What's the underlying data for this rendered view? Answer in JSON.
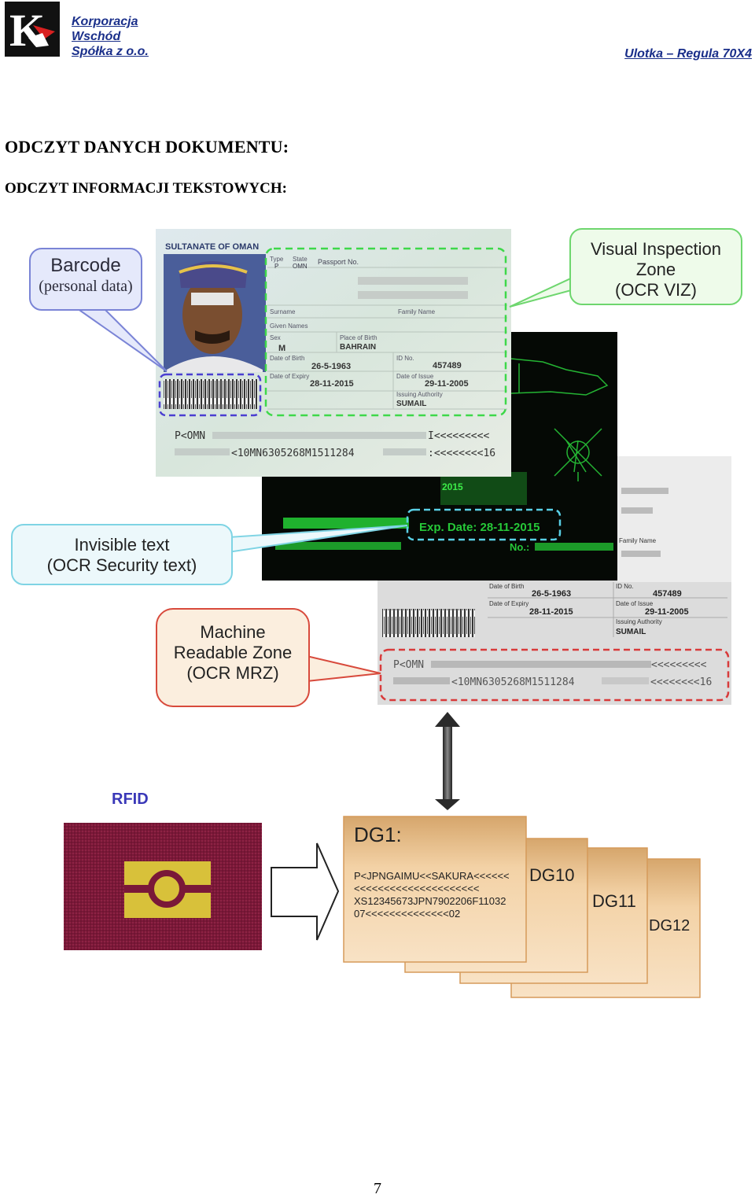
{
  "header": {
    "company_line1": "Korporacja",
    "company_line2": "Wschód",
    "company_line3": "Spółka z o.o.",
    "document_title": "Ulotka – Regula 70X4"
  },
  "headings": {
    "main": "ODCZYT DANYCH DOKUMENTU:",
    "sub": "ODCZYT INFORMACJI TEKSTOWYCH:"
  },
  "callouts": {
    "barcode_line1": "Barcode",
    "barcode_line2": "(personal data)",
    "viz_line1": "Visual Inspection",
    "viz_line2": "Zone",
    "viz_line3": "(OCR VIZ)",
    "invisible_line1": "Invisible text",
    "invisible_line2": "(OCR Security text)",
    "mrz_line1": "Machine",
    "mrz_line2": "Readable Zone",
    "mrz_line3": "(OCR MRZ)"
  },
  "passport": {
    "country": "SULTANATE OF OMAN",
    "type_label": "Type",
    "type_value": "P",
    "state_label": "State",
    "state_value": "OMN",
    "passport_no_label": "Passport No.",
    "surname_label": "Surname",
    "given_names_label": "Given Names",
    "family_name_label": "Family Name",
    "sex_label": "Sex",
    "sex_value": "M",
    "place_of_birth_label": "Place of Birth",
    "place_of_birth_value": "BAHRAIN",
    "dob_label": "Date of Birth",
    "dob_value": "26-5-1963",
    "id_no_label": "ID No.",
    "id_no_value": "457489",
    "expiry_label": "Date of Expiry",
    "expiry_value": "28-11-2015",
    "issue_label": "Date of Issue",
    "issue_value": "29-11-2005",
    "authority_label": "Issuing Authority",
    "authority_value": "SUMAIL",
    "mrz_line1": "P<OMN",
    "mrz_line1_end": "I<<<<<<<<<",
    "mrz_line2": "<10MN6305268M1511284",
    "mrz_line2_end": ":<<<<<<<<16"
  },
  "uv": {
    "year": "2015",
    "exp_date": "Exp. Date: 28-11-2015",
    "no_label": "No.:"
  },
  "second_passport": {
    "family_name_label": "Family Name",
    "dob_label": "Date of Birth",
    "dob_value": "26-5-1963",
    "id_no_label": "ID No.",
    "id_no_value": "457489",
    "expiry_label": "Date of Expiry",
    "expiry_value": "28-11-2015",
    "issue_label": "Date of Issue",
    "issue_value": "29-11-2005",
    "authority_label": "Issuing Authority",
    "authority_value": "SUMAIL",
    "mrz_line1": "P<OMN",
    "mrz_line1_end": "<<<<<<<<<",
    "mrz_line2": "<10MN6305268M1511284",
    "mrz_line2_end": "<<<<<<<<16"
  },
  "rfid": {
    "label": "RFID",
    "dg1_title": "DG1:",
    "dg1_line1": "P<JPNGAIMU<<SAKURA<<<<<<",
    "dg1_line2": "<<<<<<<<<<<<<<<<<<<<<",
    "dg1_line3": "XS12345673JPN7902206F11032",
    "dg1_line4": "07<<<<<<<<<<<<<<02",
    "dg10": "DG10",
    "dg11": "DG11",
    "dg12": "DG12"
  },
  "footer": {
    "page_number": "7"
  },
  "colors": {
    "brand_blue": "#1a2f8a",
    "callout_blue_border": "#7a84d6",
    "callout_green_border": "#6ed66e",
    "callout_cyan_border": "#7fd4e4",
    "callout_red_border": "#d84a3c",
    "uv_green": "#28c83c",
    "rfid_red": "#7a1838",
    "rfid_gold": "#d8c13a"
  }
}
